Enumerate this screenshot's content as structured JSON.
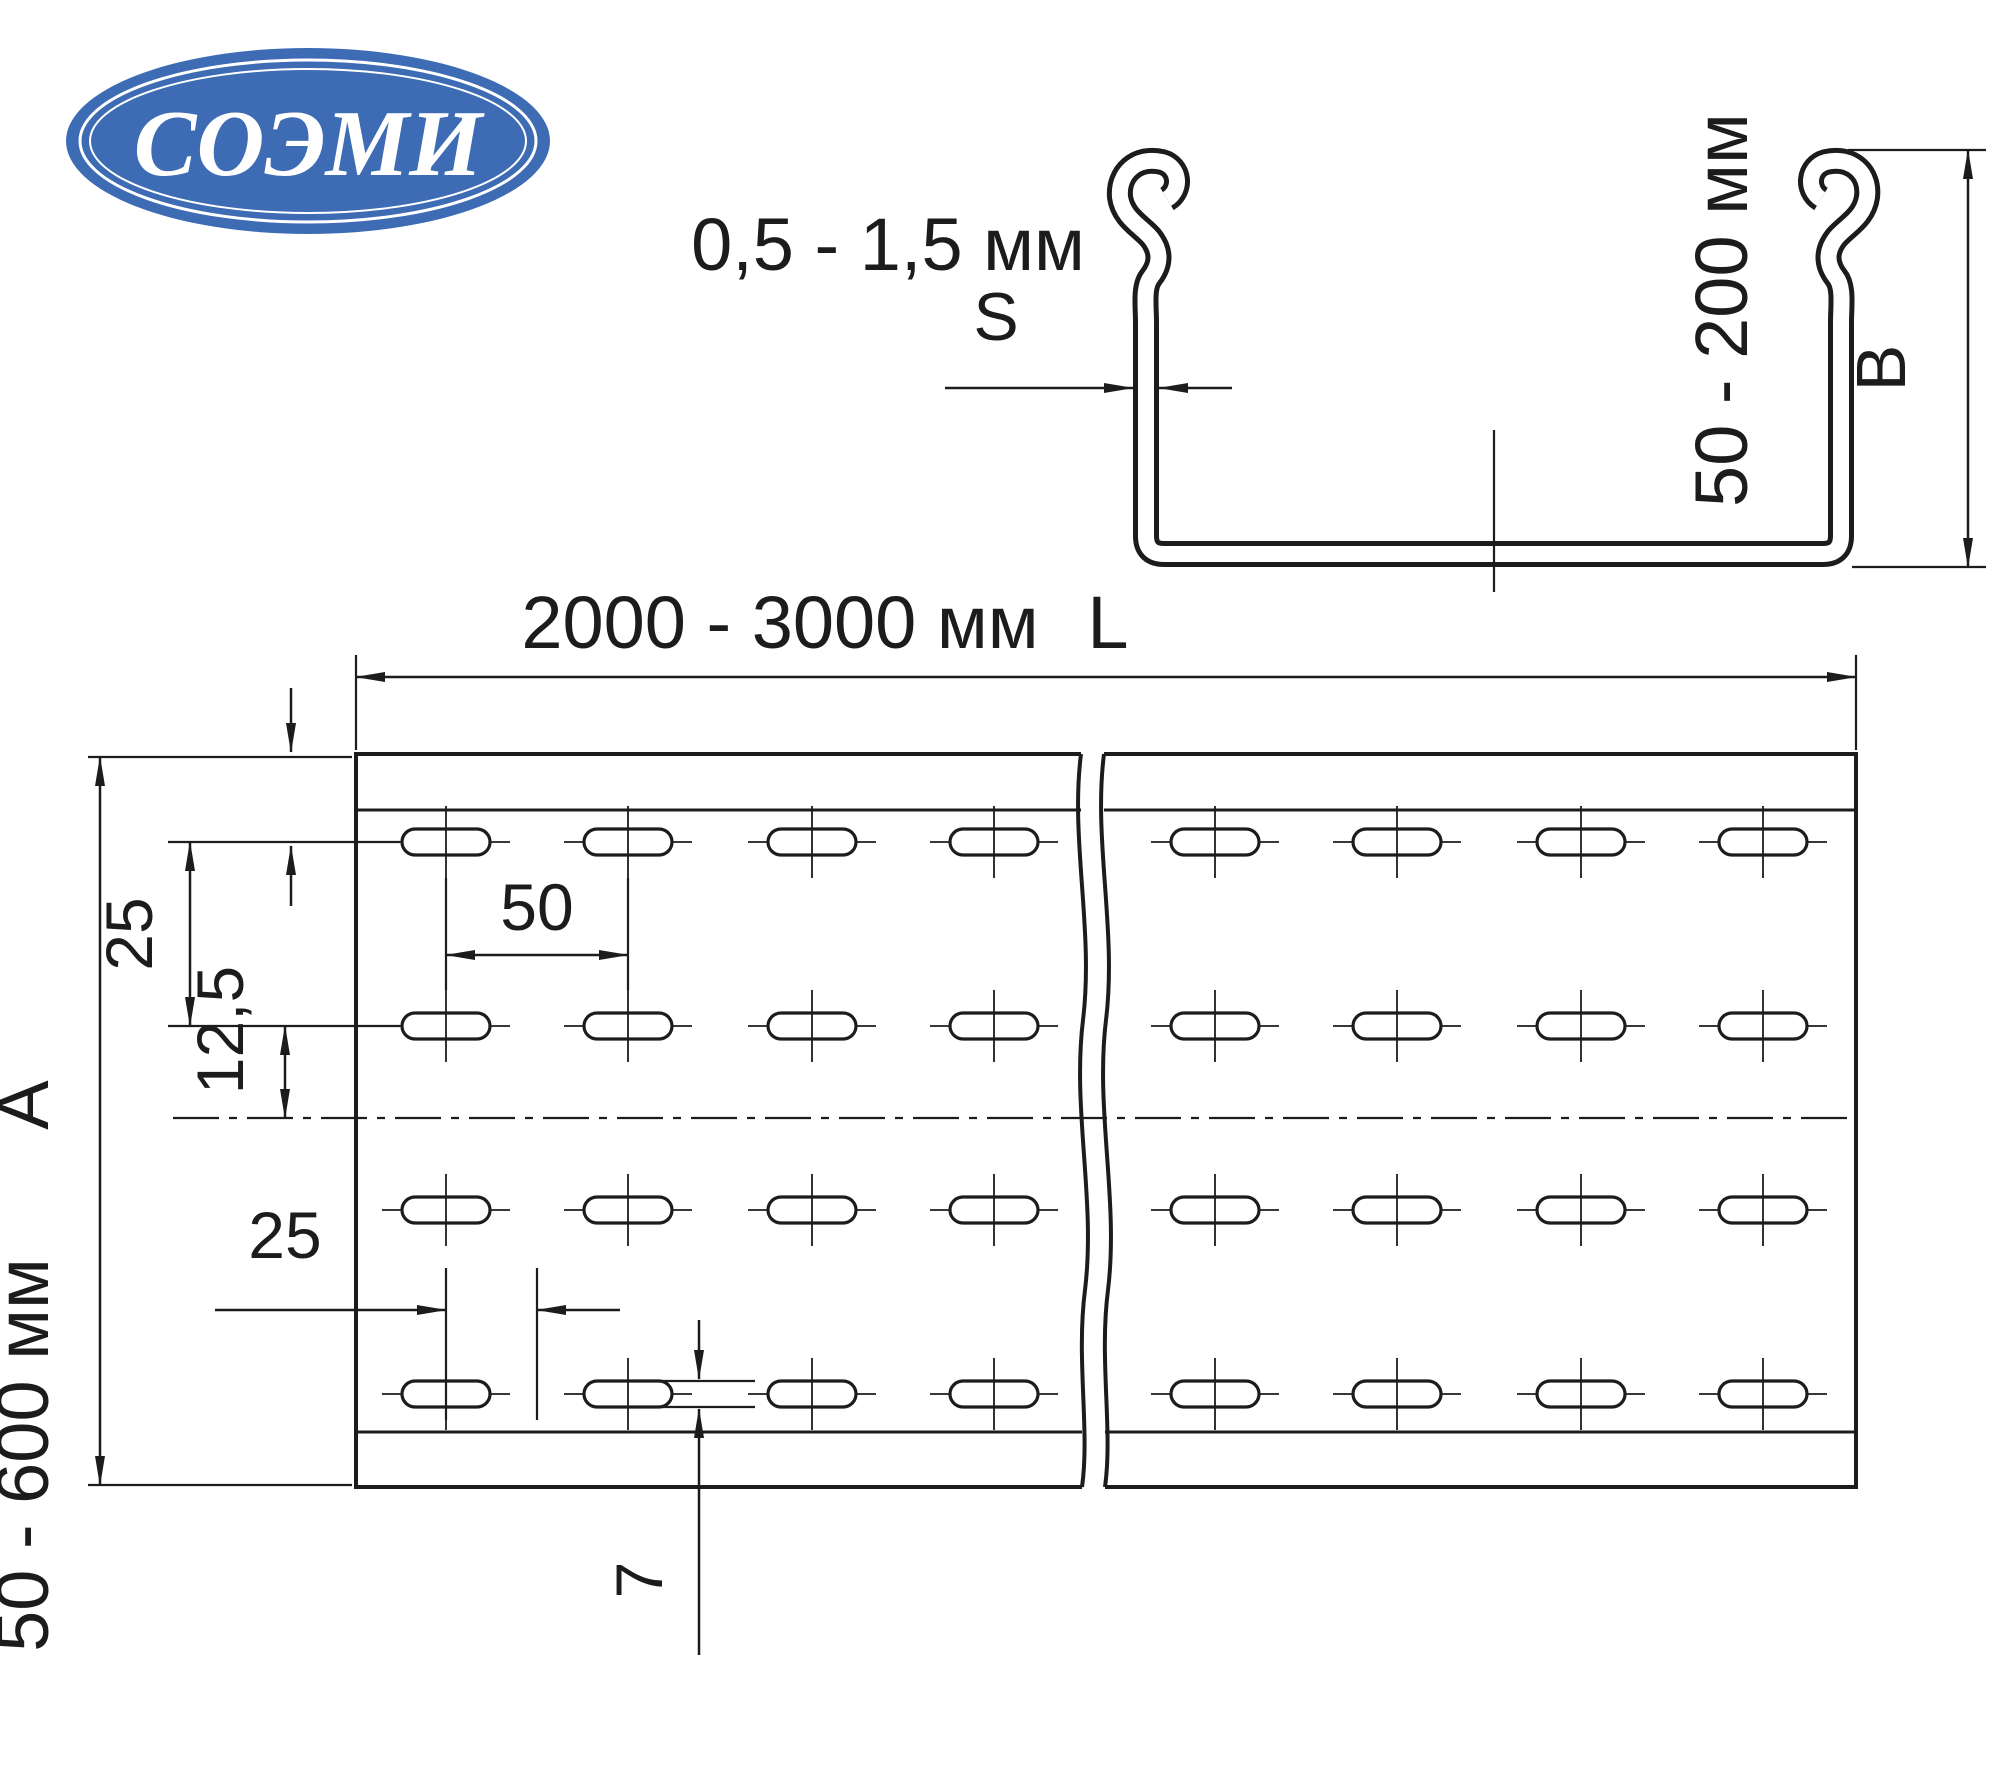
{
  "logo": {
    "text": "СОЭМИ",
    "bg_color": "#3d6cb5",
    "text_color": "#ffffff"
  },
  "profile_view": {
    "thickness_value": "0,5 - 1,5 мм",
    "thickness_symbol": "S",
    "height_value": "50 - 200 мм",
    "height_symbol": "B"
  },
  "plan_view": {
    "length_value": "2000 - 3000 мм",
    "length_symbol": "L",
    "width_value": "50 - 600 мм",
    "width_symbol": "А",
    "row_spacing": "25",
    "row_to_center": "12,5",
    "slot_pitch": "50",
    "slot_half_pitch": "25",
    "slot_width": "7"
  },
  "colors": {
    "line": "#1c1c1c",
    "accent_blue": "#3d6cb5"
  }
}
